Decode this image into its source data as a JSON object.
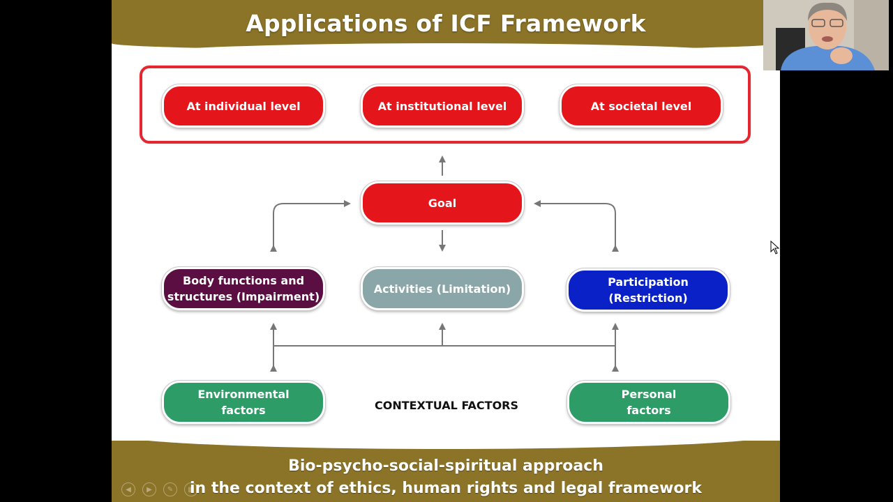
{
  "slide": {
    "title": "Applications of ICF Framework",
    "application_levels": [
      "At individual level",
      "At institutional level",
      "At societal level"
    ],
    "goal": "Goal",
    "components": {
      "body_line1": "Body functions and",
      "body_line2": "structures (Impairment)",
      "activities": "Activities (Limitation)",
      "participation_line1": "Participation",
      "participation_line2": "(Restriction)"
    },
    "factors": {
      "environmental_line1": "Environmental",
      "environmental_line2": "factors",
      "contextual": "CONTEXTUAL FACTORS",
      "personal_line1": "Personal",
      "personal_line2": "factors"
    },
    "footer_line1": "Bio-psycho-social-spiritual approach",
    "footer_line2": "in the context of ethics, human rights and legal framework"
  },
  "colors": {
    "band": "#8b7328",
    "red": "#e4151b",
    "maroon": "#5a0e42",
    "grey": "#8aa6a8",
    "blue": "#0a21c7",
    "green": "#2e9c67"
  },
  "icons": {
    "controls": [
      "back-icon",
      "play-icon",
      "pen-icon",
      "slides-icon"
    ],
    "cursor": "mouse-pointer-icon"
  }
}
